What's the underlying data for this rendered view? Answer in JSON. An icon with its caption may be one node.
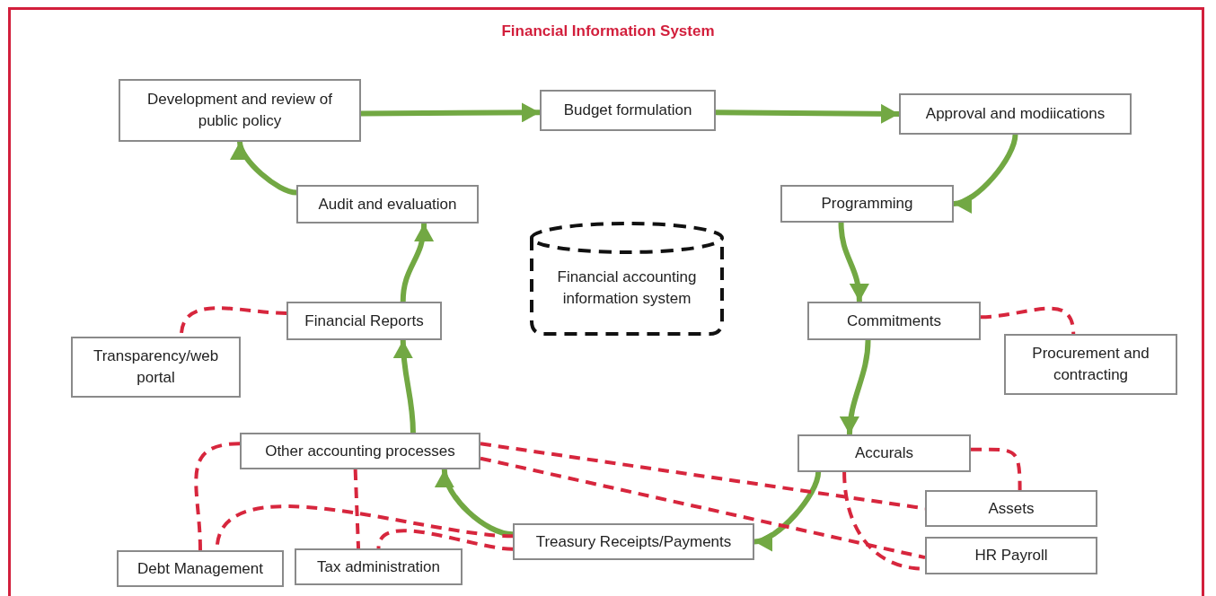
{
  "diagram": {
    "title": "Financial Information System",
    "nodes": [
      {
        "text": [
          "Development and review of public policy"
        ]
      },
      {
        "text": [
          "Budget formulation"
        ]
      },
      {
        "text": [
          "Approval and modiications"
        ]
      },
      {
        "text": [
          "Audit and evaluation"
        ]
      },
      {
        "text": [
          "Financial accounting information system"
        ]
      },
      {
        "text": [
          "Programming"
        ]
      },
      {
        "text": [
          "Transparency/web portal"
        ]
      },
      {
        "text": [
          "Financial Reports"
        ]
      },
      {
        "text": [
          "Commitments"
        ]
      },
      {
        "text": [
          "Procurement and contracting"
        ]
      },
      {
        "text": [
          "Other accounting processes"
        ]
      },
      {
        "text": [
          "Accurals"
        ]
      },
      {
        "text": [
          "Assets"
        ]
      },
      {
        "text": [
          "Treasury Receipts/Payments"
        ]
      },
      {
        "text": [
          "HR Payroll"
        ]
      },
      {
        "text": [
          "Debt Management"
        ]
      },
      {
        "text": [
          "Tax administration"
        ]
      }
    ],
    "edges": [
      {
        "from": 0,
        "to": 1,
        "arrow": "to"
      },
      {
        "from": 1,
        "to": 2,
        "arrow": "to"
      },
      {
        "from": 2,
        "to": 5,
        "arrow": "to"
      },
      {
        "from": 5,
        "to": 8,
        "arrow": "to"
      },
      {
        "from": 8,
        "to": 11,
        "arrow": "to"
      },
      {
        "from": 11,
        "to": 13,
        "arrow": "to"
      },
      {
        "from": 13,
        "to": 10,
        "arrow": "to"
      },
      {
        "from": 10,
        "to": 7,
        "arrow": "to"
      },
      {
        "from": 7,
        "to": 3,
        "arrow": "to"
      },
      {
        "from": 3,
        "to": 0,
        "arrow": "to"
      },
      {
        "from": 7,
        "to": 6,
        "arrow": "none",
        "style": "dashed",
        "color": "#d7263d"
      },
      {
        "from": 8,
        "to": 9,
        "arrow": "none",
        "style": "dashed",
        "color": "#d7263d"
      },
      {
        "from": 10,
        "to": 15,
        "arrow": "none",
        "style": "dashed",
        "color": "#d7263d"
      },
      {
        "from": 10,
        "to": 16,
        "arrow": "none",
        "style": "dashed",
        "color": "#d7263d"
      },
      {
        "from": 10,
        "to": 12,
        "arrow": "none",
        "style": "dashed",
        "color": "#d7263d"
      },
      {
        "from": 10,
        "to": 14,
        "arrow": "none",
        "style": "dashed",
        "color": "#d7263d"
      },
      {
        "from": 11,
        "to": 12,
        "arrow": "none",
        "style": "dashed",
        "color": "#d7263d"
      },
      {
        "from": 11,
        "to": 14,
        "arrow": "none",
        "style": "dashed",
        "color": "#d7263d"
      },
      {
        "from": 13,
        "to": 15,
        "arrow": "none",
        "style": "dashed",
        "color": "#d7263d"
      },
      {
        "from": 13,
        "to": 16,
        "arrow": "none",
        "style": "dashed",
        "color": "#d7263d"
      }
    ]
  }
}
